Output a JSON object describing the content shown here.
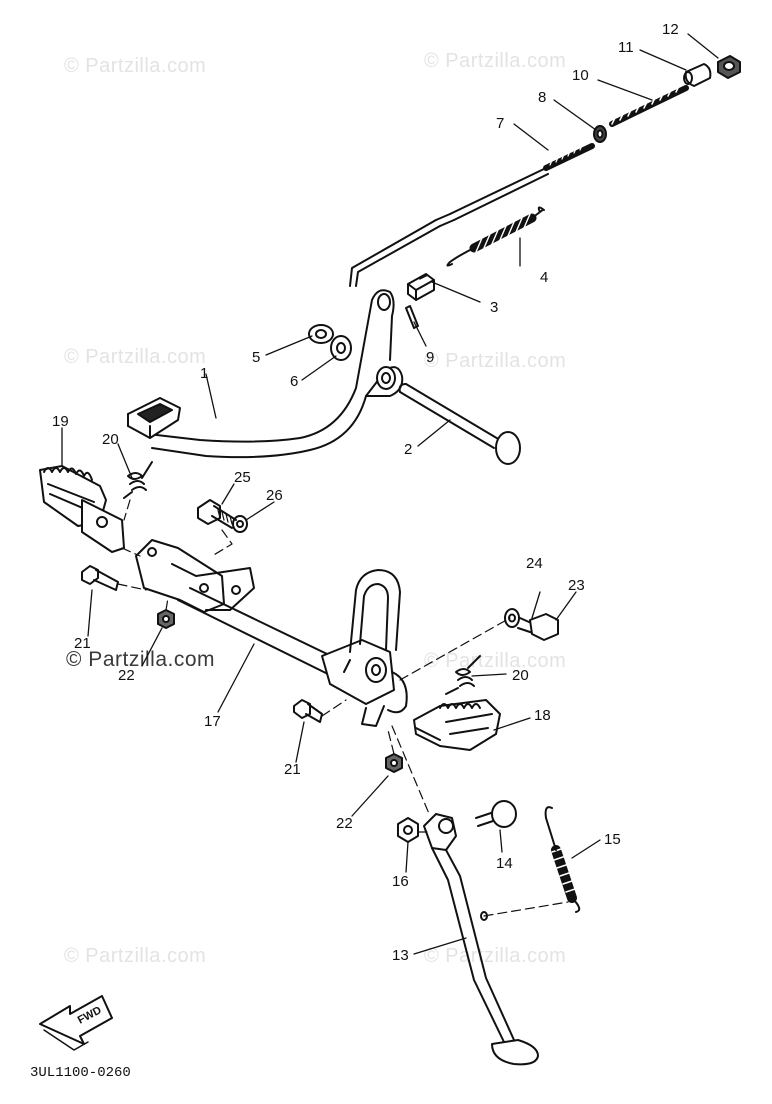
{
  "watermark_text": "© Partzilla.com",
  "diagram_code": "3UL1100-0260",
  "fwd_label": "FWD",
  "callouts": {
    "c1": "1",
    "c2": "2",
    "c3": "3",
    "c4": "4",
    "c5": "5",
    "c6": "6",
    "c7": "7",
    "c8": "8",
    "c9": "9",
    "c10": "10",
    "c11": "11",
    "c12": "12",
    "c13": "13",
    "c14": "14",
    "c15": "15",
    "c16": "16",
    "c17": "17",
    "c18": "18",
    "c19": "19",
    "c20a": "20",
    "c20b": "20",
    "c21a": "21",
    "c21b": "21",
    "c22a": "22",
    "c22b": "22",
    "c23": "23",
    "c24": "24",
    "c25": "25",
    "c26": "26"
  }
}
